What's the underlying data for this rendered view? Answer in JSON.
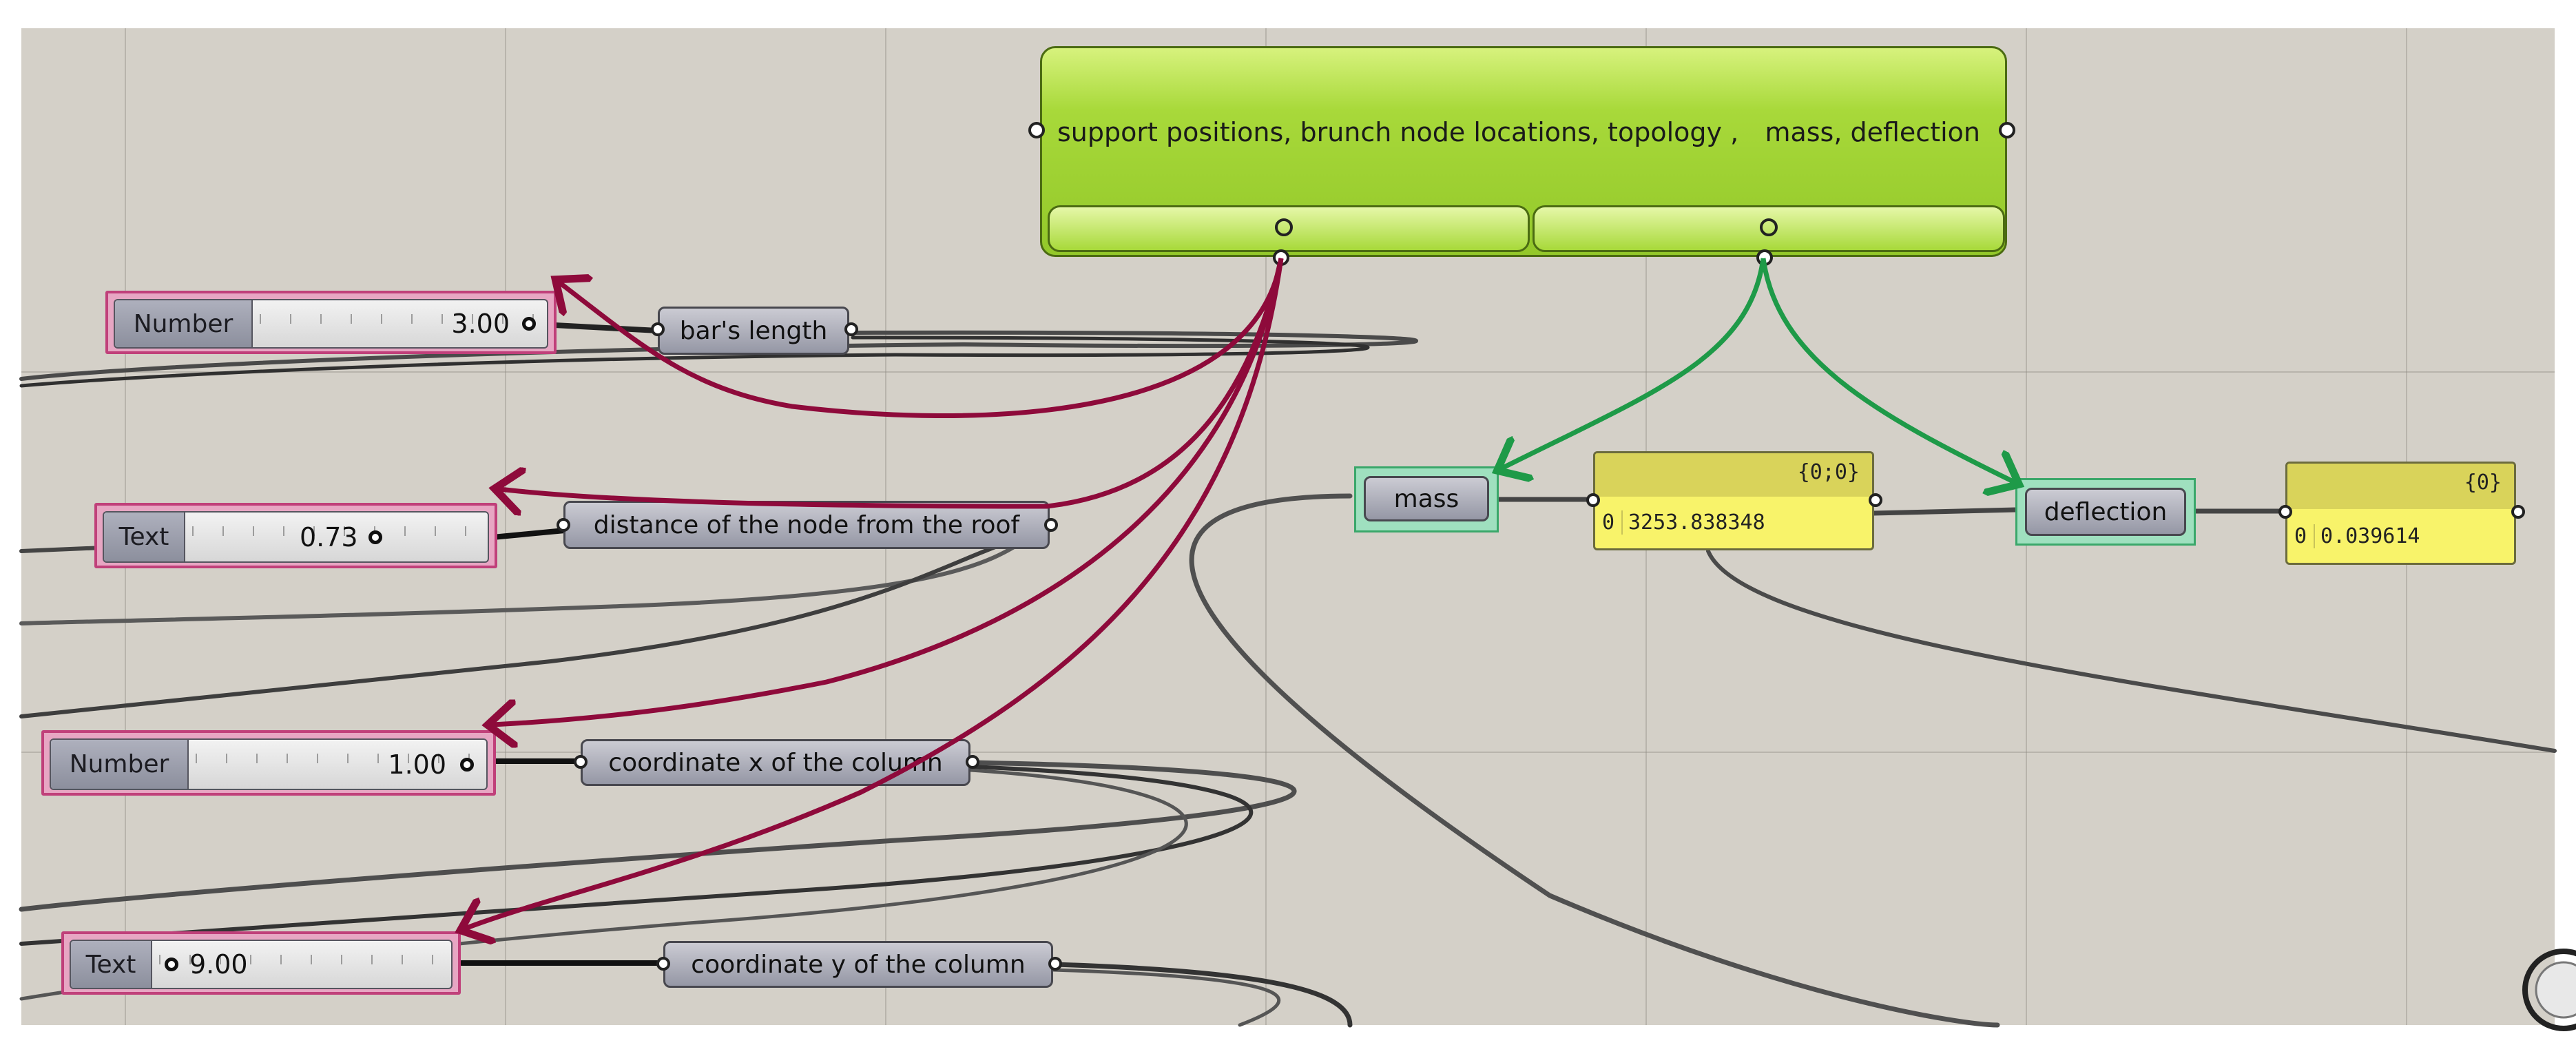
{
  "cluster": {
    "inputs_label": "support positions, brunch node locations, topology ,",
    "outputs_label": "mass, deflection",
    "color": "#a8d93a"
  },
  "sliders": [
    {
      "kind": "Number",
      "value": "3.00"
    },
    {
      "kind": "Text",
      "value": "0.73"
    },
    {
      "kind": "Number",
      "value": "1.00"
    },
    {
      "kind": "Text",
      "value": "9.00"
    }
  ],
  "relays": [
    {
      "label": "bar's length"
    },
    {
      "label": "distance of the node from the roof"
    },
    {
      "label": "coordinate x of the column"
    },
    {
      "label": "coordinate y of the column"
    }
  ],
  "outputs": {
    "mass_label": "mass",
    "deflection_label": "deflection"
  },
  "panels": [
    {
      "path": "{0;0}",
      "index": "0",
      "value": "3253.838348"
    },
    {
      "path": "{0}",
      "index": "0",
      "value": "0.039614"
    }
  ],
  "colors": {
    "input_wire": "#8e0a3b",
    "output_wire": "#1e9a48",
    "canvas": "#d4d0c8",
    "selection": "#e7a6c3"
  }
}
